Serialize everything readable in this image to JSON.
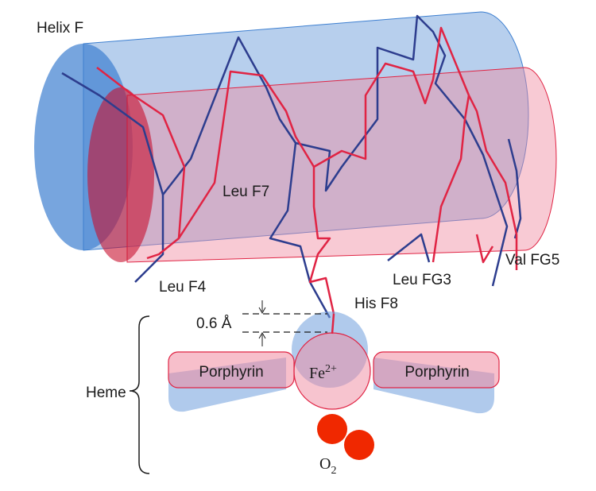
{
  "colors": {
    "blue_fill": "#6f9fdc",
    "blue_dark": "#3d7fd0",
    "pink_fill": "#f08aa0",
    "red_dark": "#d8223a",
    "blue_strand": "#2d3d8e",
    "red_strand": "#e02444",
    "oxygen": "#f02800",
    "text": "#1a1a1a"
  },
  "labels": {
    "helix": "Helix F",
    "leu_f7": "Leu F7",
    "leu_f4": "Leu F4",
    "leu_fg3": "Leu FG3",
    "val_fg5": "Val FG5",
    "his_f8": "His F8",
    "distance": "0.6 Å",
    "heme": "Heme",
    "porphyrin_left": "Porphyrin",
    "porphyrin_right": "Porphyrin",
    "iron_symbol": "Fe",
    "iron_charge": "2+",
    "oxygen_symbol": "O",
    "oxygen_subscript": "2"
  }
}
